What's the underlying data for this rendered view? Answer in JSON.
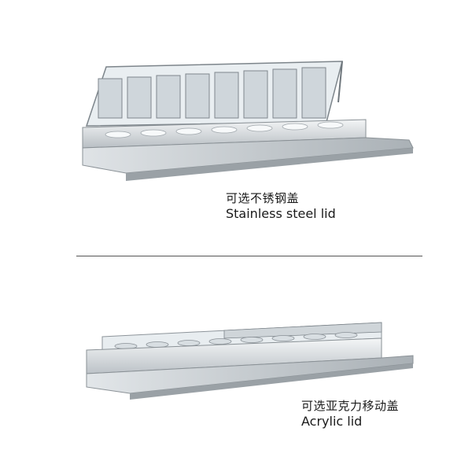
{
  "sections": [
    {
      "caption_zh": "可选不锈钢盖",
      "caption_en": "Stainless steel lid"
    },
    {
      "caption_zh": "可选亚克力移动盖",
      "caption_en": "Acrylic lid"
    }
  ],
  "colors": {
    "steel_light": "#eceff1",
    "steel_mid": "#c9ced2",
    "steel_dark": "#8e959b",
    "divider": "#555555"
  }
}
